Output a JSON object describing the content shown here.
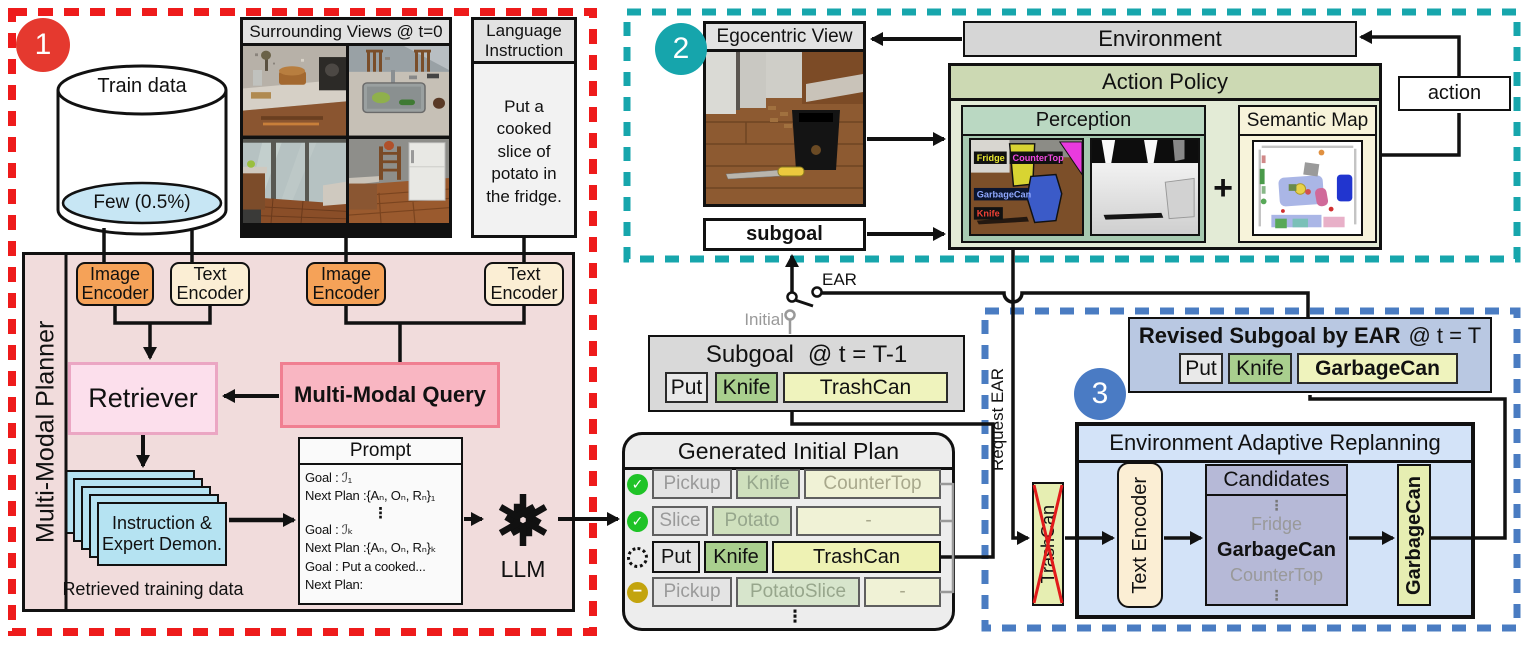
{
  "ui": {
    "check_icon": "✓",
    "minus_icon": "−",
    "plus": "+"
  },
  "colors": {
    "accent_red": "#ee1b1b",
    "accent_teal": "#17a6ac",
    "accent_blue": "#4a7cc2",
    "badge_red": "#e5392f",
    "badge_teal": "#16a5ac",
    "badge_blue": "#4a7bc4",
    "chip_green": "#a9cf8e",
    "chip_yellow": "#eff3bd",
    "status_done": "#1fc327",
    "status_pending": "#c3a40e",
    "cross_red": "#e21b1b"
  },
  "s1": {
    "badge": "1",
    "train": {
      "label": "Train data",
      "few": "Few (0.5%)"
    },
    "views": {
      "title": "Surrounding Views @ t=0"
    },
    "lang": {
      "title": "Language Instruction",
      "text": "Put a cooked slice of potato in the fridge."
    },
    "planner": {
      "label": "Multi-Modal Planner",
      "enc": [
        "Image Encoder",
        "Text Encoder",
        "Image Encoder",
        "Text Encoder"
      ],
      "retriever": "Retriever",
      "query": "Multi-Modal Query",
      "cards": "Instruction & Expert Demon.",
      "cards_caption": "Retrieved training data",
      "prompt_title": "Prompt",
      "prompt_lines": [
        "Goal : ℐ₁",
        "Next Plan :{Aₙ, Oₙ, Rₙ}₁",
        "⋮",
        "Goal : ℐₖ",
        "Next Plan :{Aₙ, Oₙ, Rₙ}ₖ",
        "Goal : Put a cooked...",
        "Next Plan:"
      ],
      "llm": "LLM"
    }
  },
  "s2": {
    "badge": "2",
    "egocentric": "Egocentric View",
    "environment": "Environment",
    "policy": "Action Policy",
    "perception": "Perception",
    "seg_labels": {
      "fridge": "Fridge",
      "countertop": "CounterTop",
      "garbagecan": "GarbageCan",
      "knife": "Knife"
    },
    "semantic_map": "Semantic Map",
    "action": "action",
    "subgoal": "subgoal"
  },
  "mid": {
    "ear": "EAR",
    "initial": "Initial",
    "request_ear": "Request EAR",
    "subgoal_t1": "Subgoal",
    "subgoal_t2": "@ t = T-1",
    "subgoal_chips": [
      "Put",
      "Knife",
      "TrashCan"
    ],
    "plan_title": "Generated Initial Plan",
    "rows": [
      {
        "status": "done",
        "a": "Pickup",
        "o": "Knife",
        "t": "CounterTop"
      },
      {
        "status": "done",
        "a": "Slice",
        "o": "Potato",
        "t": "-"
      },
      {
        "status": "current",
        "a": "Put",
        "o": "Knife",
        "t": "TrashCan"
      },
      {
        "status": "pending",
        "a": "Pickup",
        "o": "PotatoSlice",
        "t": "-"
      }
    ],
    "ellipsis": "⋮"
  },
  "s3": {
    "badge": "3",
    "revised_bold": "Revised Subgoal by EAR",
    "revised_rest": "@ t = T",
    "revised_chips": [
      "Put",
      "Knife",
      "GarbageCan"
    ],
    "ear_title": "Environment Adaptive Replanning",
    "crossed": "TrashCan",
    "text_encoder": "Text Encoder",
    "cand_title": "Candidates",
    "cand_items": [
      "⋮",
      "Fridge",
      "GarbageCan",
      "CounterTop",
      "⋮"
    ],
    "result": "GarbageCan"
  }
}
